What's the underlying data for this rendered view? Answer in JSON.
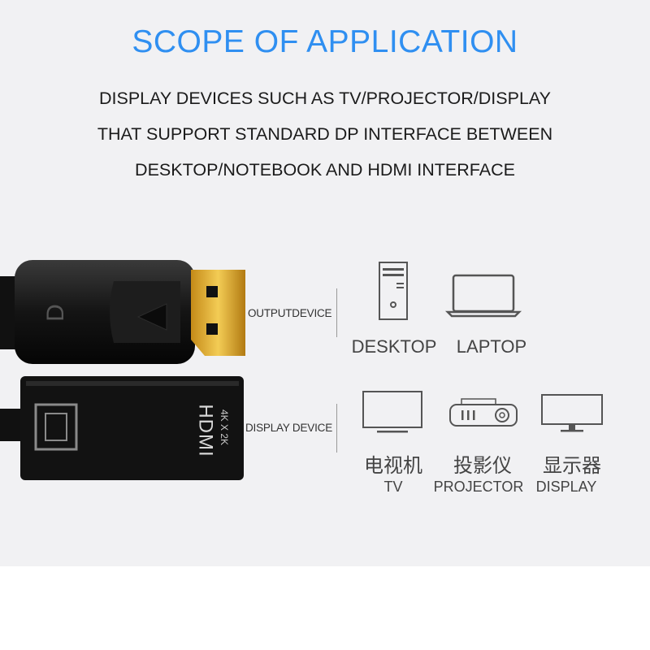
{
  "title": "SCOPE OF APPLICATION",
  "description": [
    "DISPLAY DEVICES SUCH AS TV/PROJECTOR/DISPLAY",
    "THAT SUPPORT STANDARD DP INTERFACE BETWEEN",
    "DESKTOP/NOTEBOOK AND HDMI INTERFACE"
  ],
  "output": {
    "label": "OUTPUTDEVICE",
    "devices": [
      {
        "name": "DESKTOP",
        "icon": "desktop-tower-icon"
      },
      {
        "name": "LAPTOP",
        "icon": "laptop-icon"
      }
    ]
  },
  "display": {
    "label": "DISPLAY DEVICE",
    "devices": [
      {
        "cn": "电视机",
        "en": "TV",
        "icon": "tv-icon"
      },
      {
        "cn": "投影仪",
        "en": "PROJECTOR",
        "icon": "projector-icon"
      },
      {
        "cn": "显示器",
        "en": "DISPLAY",
        "icon": "monitor-icon"
      }
    ]
  },
  "adapter": {
    "hdmi_text": "HDMI",
    "res_text": "4K X 2K",
    "dp_text": "D"
  },
  "colors": {
    "title": "#2f8ff1",
    "panel": "#f1f1f3",
    "gold": "#e7b43a"
  }
}
